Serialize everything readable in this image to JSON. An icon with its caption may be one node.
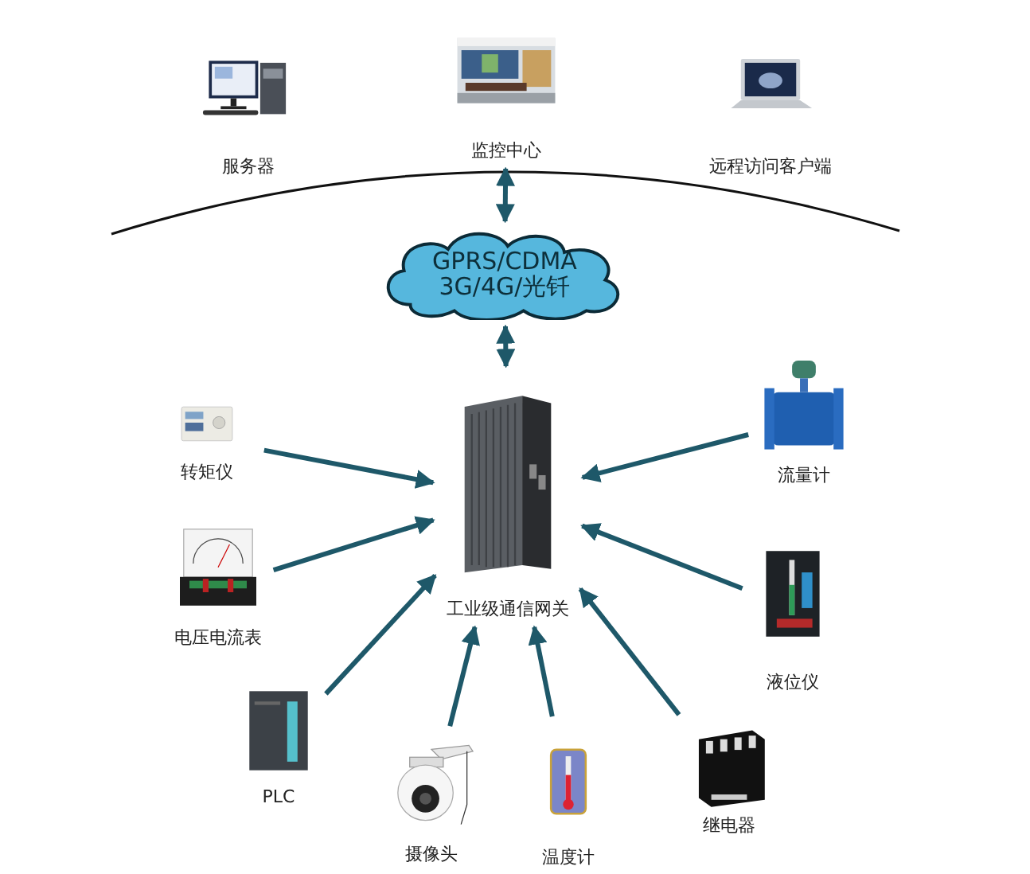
{
  "diagram": {
    "nodes": [
      {
        "text": [
          "服务器"
        ]
      },
      {
        "text": [
          "监控中心"
        ]
      },
      {
        "text": [
          "远程访问客户端"
        ]
      },
      {
        "text": [
          "GPRS/CDMA 3G/4G/光钎"
        ]
      },
      {
        "text": [
          "工业级通信网关"
        ]
      },
      {
        "text": [
          "转矩仪"
        ]
      },
      {
        "text": [
          "流量计"
        ]
      },
      {
        "text": [
          "电压电流表"
        ]
      },
      {
        "text": [
          "液位仪"
        ]
      },
      {
        "text": [
          "PLC"
        ]
      },
      {
        "text": [
          "摄像头"
        ]
      },
      {
        "text": [
          "温度计"
        ]
      },
      {
        "text": [
          "继电器"
        ]
      }
    ],
    "edges": [
      {
        "from": 1,
        "to": 3,
        "arrow": "both"
      },
      {
        "from": 3,
        "to": 4,
        "arrow": "both"
      },
      {
        "from": 5,
        "to": 4,
        "arrow": "to"
      },
      {
        "from": 6,
        "to": 4,
        "arrow": "to"
      },
      {
        "from": 7,
        "to": 4,
        "arrow": "to"
      },
      {
        "from": 8,
        "to": 4,
        "arrow": "to"
      },
      {
        "from": 9,
        "to": 4,
        "arrow": "to"
      },
      {
        "from": 10,
        "to": 4,
        "arrow": "to"
      },
      {
        "from": 11,
        "to": 4,
        "arrow": "to"
      },
      {
        "from": 12,
        "to": 4,
        "arrow": "to"
      }
    ]
  }
}
